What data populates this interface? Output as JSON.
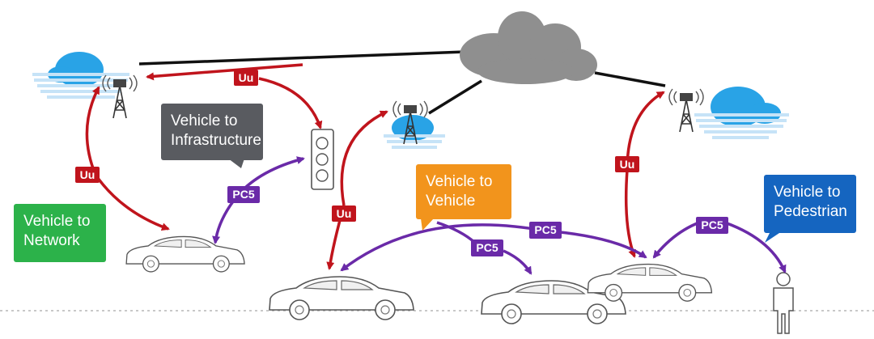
{
  "colors": {
    "uu": "#c0141c",
    "pc5": "#6a2aa8",
    "network_bg": "#2cb24a",
    "infrastructure_bg": "#595b60",
    "vehicle_bg": "#f2941c",
    "pedestrian_bg": "#1565c0",
    "backhaul_cloud": "#8f8f8f",
    "sky_cloud": "#29a3e6"
  },
  "callouts": {
    "network": {
      "line1": "Vehicle to",
      "line2": "Network"
    },
    "infrastructure": {
      "line1": "Vehicle to",
      "line2": "Infrastructure"
    },
    "vehicle": {
      "line1": "Vehicle to",
      "line2": "Vehicle"
    },
    "pedestrian": {
      "line1": "Vehicle to",
      "line2": "Pedestrian"
    }
  },
  "links": {
    "uu_top": "Uu",
    "uu_left": "Uu",
    "uu_middle": "Uu",
    "uu_right": "Uu",
    "pc5_infrastructure": "PC5",
    "pc5_vehicle_long": "PC5",
    "pc5_vehicle_short": "PC5",
    "pc5_pedestrian": "PC5"
  },
  "icons": {
    "backhaul": "cloud-icon",
    "tower": "cell-tower-icon",
    "traffic_light": "traffic-light-icon",
    "car": "car-icon",
    "pedestrian": "person-icon"
  }
}
